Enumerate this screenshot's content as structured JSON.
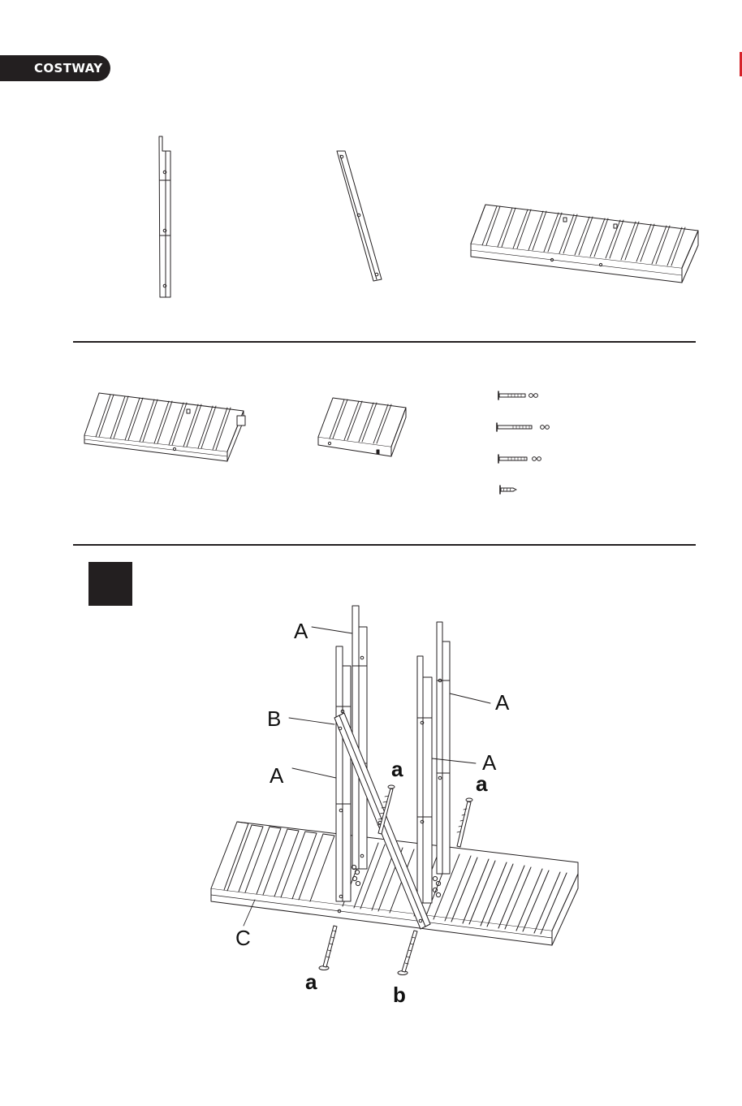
{
  "header": {
    "brand": "COSTWAY",
    "brand_color": "#231f20",
    "accent_color": "#d6232a"
  },
  "parts_panel": {
    "row1": [
      "side-leg-panel",
      "cross-brace",
      "long-slat-shelf"
    ],
    "row2": [
      "medium-slat-shelf",
      "short-slat-shelf",
      "hardware-set"
    ],
    "hardware_icons": [
      "long-bolt-with-nuts",
      "long-bolt-with-washers",
      "medium-bolt-with-nuts",
      "short-screw"
    ]
  },
  "step": {
    "number": "",
    "labels": {
      "A1": "A",
      "A2": "A",
      "A3": "A",
      "A4": "A",
      "B": "B",
      "C": "C",
      "a1": "a",
      "a2": "a",
      "a3": "a",
      "b": "b"
    }
  }
}
